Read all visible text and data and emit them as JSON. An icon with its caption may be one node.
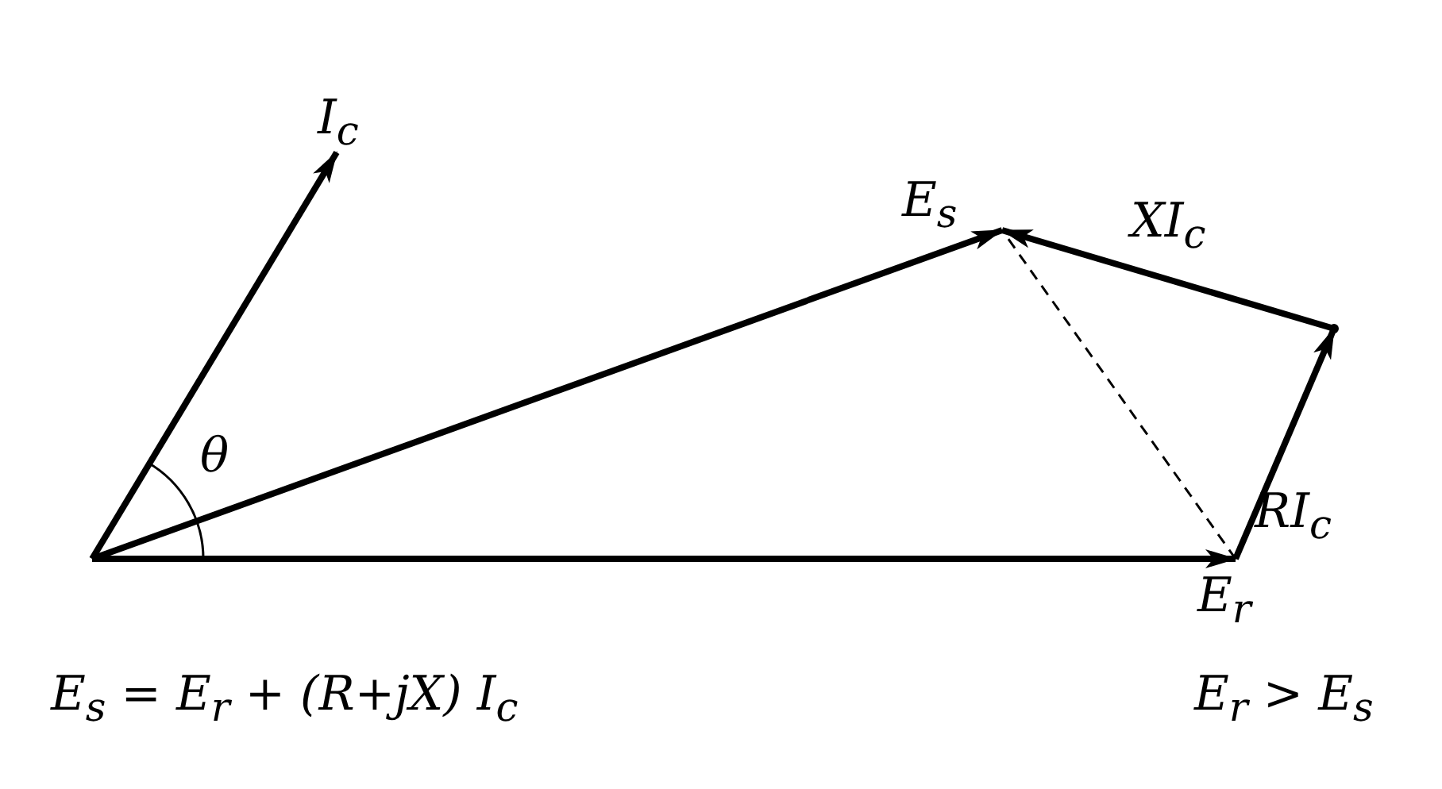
{
  "diagram": {
    "nodes": [
      {
        "text": [
          "I$_{c}$"
        ]
      },
      {
        "text": [
          "E$_{s}$"
        ]
      },
      {
        "text": [],
        "shape": "point"
      },
      {
        "text": [
          "E$_{r}$"
        ]
      }
    ],
    "edges": [
      {
        "from": null,
        "to": 0,
        "arrow": "to"
      },
      {
        "from": null,
        "to": 1,
        "arrow": "to"
      },
      {
        "from": null,
        "to": 3,
        "arrow": "to"
      },
      {
        "from": 3,
        "to": 2,
        "arrow": "to",
        "label": "RI$_{c}$"
      },
      {
        "from": 2,
        "to": 1,
        "arrow": "to",
        "label": "XI$_{c}$"
      },
      {
        "from": 3,
        "to": 1,
        "arrow": "none",
        "style": "dashed"
      }
    ],
    "labels": [
      "θ",
      "E$_{s}$ = E$_{r}$ + (R+jX) I$_{c}$",
      "E$_{r}$ > E$_{s}$"
    ]
  }
}
